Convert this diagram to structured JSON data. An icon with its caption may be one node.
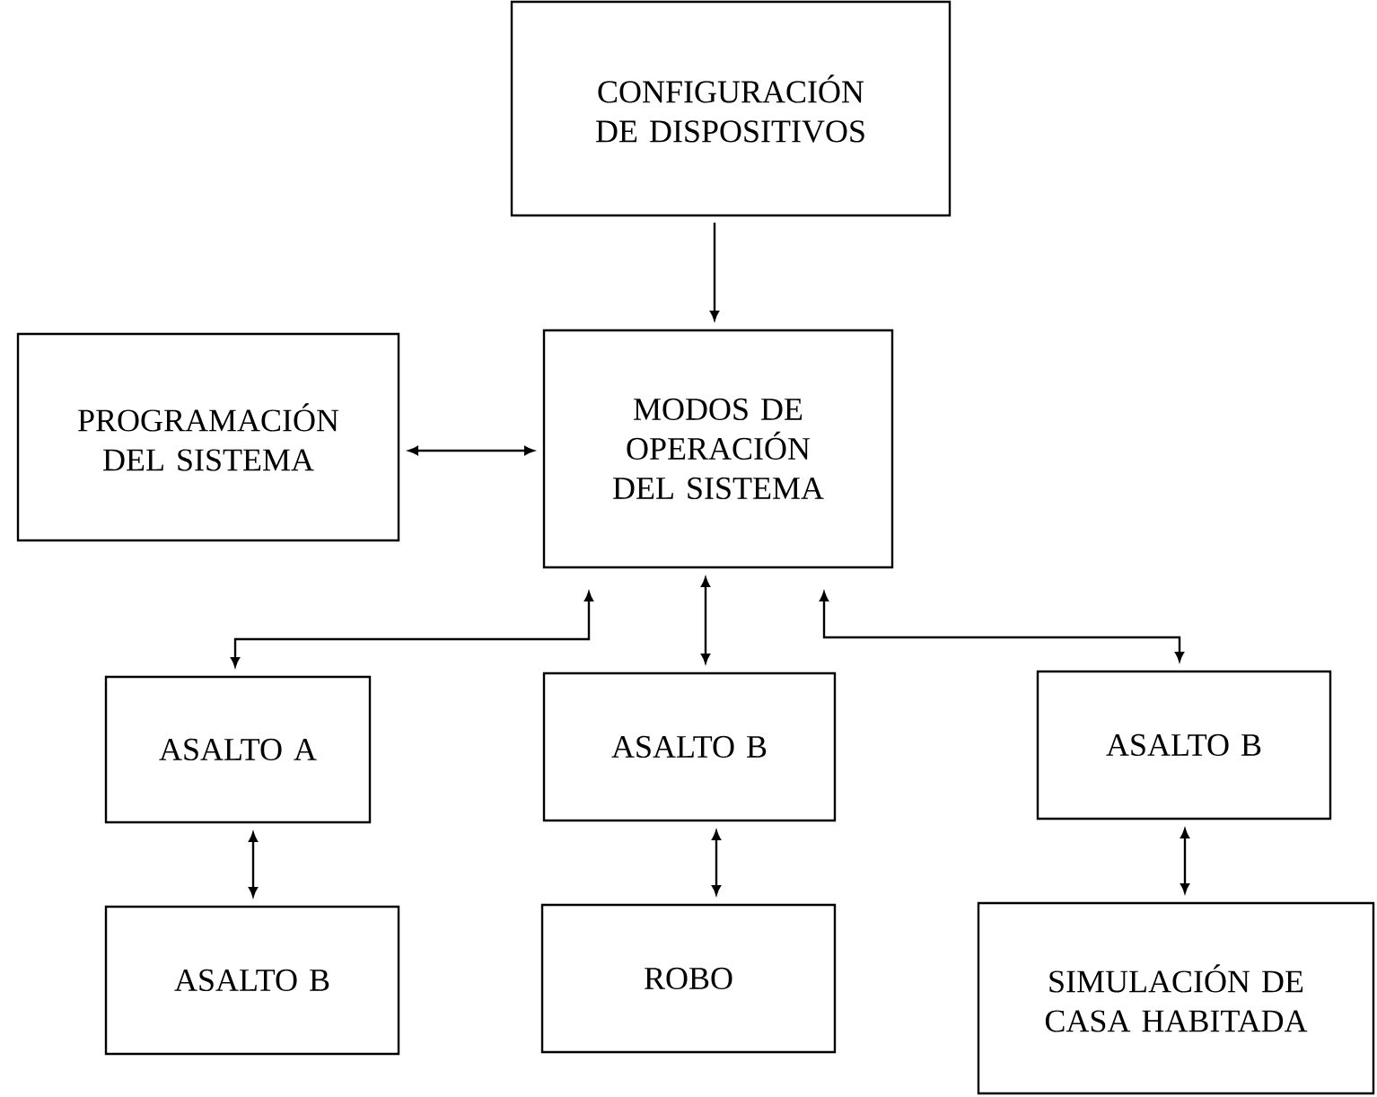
{
  "diagram": {
    "nodes": [
      {
        "text": [
          "CONFIGURACIÓN DE DISPOSITIVOS"
        ]
      },
      {
        "text": [
          "PROGRAMACIÓN DEL SISTEMA"
        ]
      },
      {
        "text": [
          "MODOS DE OPERACIÓN DEL SISTEMA"
        ]
      },
      {
        "text": [
          "ASALTO A"
        ]
      },
      {
        "text": [
          "ASALTO B"
        ]
      },
      {
        "text": [
          "ASALTO B"
        ]
      },
      {
        "text": [
          "ASALTO B"
        ]
      },
      {
        "text": [
          "ROBO"
        ]
      },
      {
        "text": [
          "SIMULACIÓN DE CASA HABITADA"
        ]
      }
    ],
    "edges": [
      {
        "from": 0,
        "to": 2,
        "arrow": "to"
      },
      {
        "from": 1,
        "to": 2,
        "arrow": "both"
      },
      {
        "from": 2,
        "to": 3,
        "arrow": "both"
      },
      {
        "from": 2,
        "to": 4,
        "arrow": "both"
      },
      {
        "from": 2,
        "to": 5,
        "arrow": "both"
      },
      {
        "from": 3,
        "to": 6,
        "arrow": "both"
      },
      {
        "from": 4,
        "to": 7,
        "arrow": "both"
      },
      {
        "from": 5,
        "to": 8,
        "arrow": "both"
      }
    ]
  }
}
